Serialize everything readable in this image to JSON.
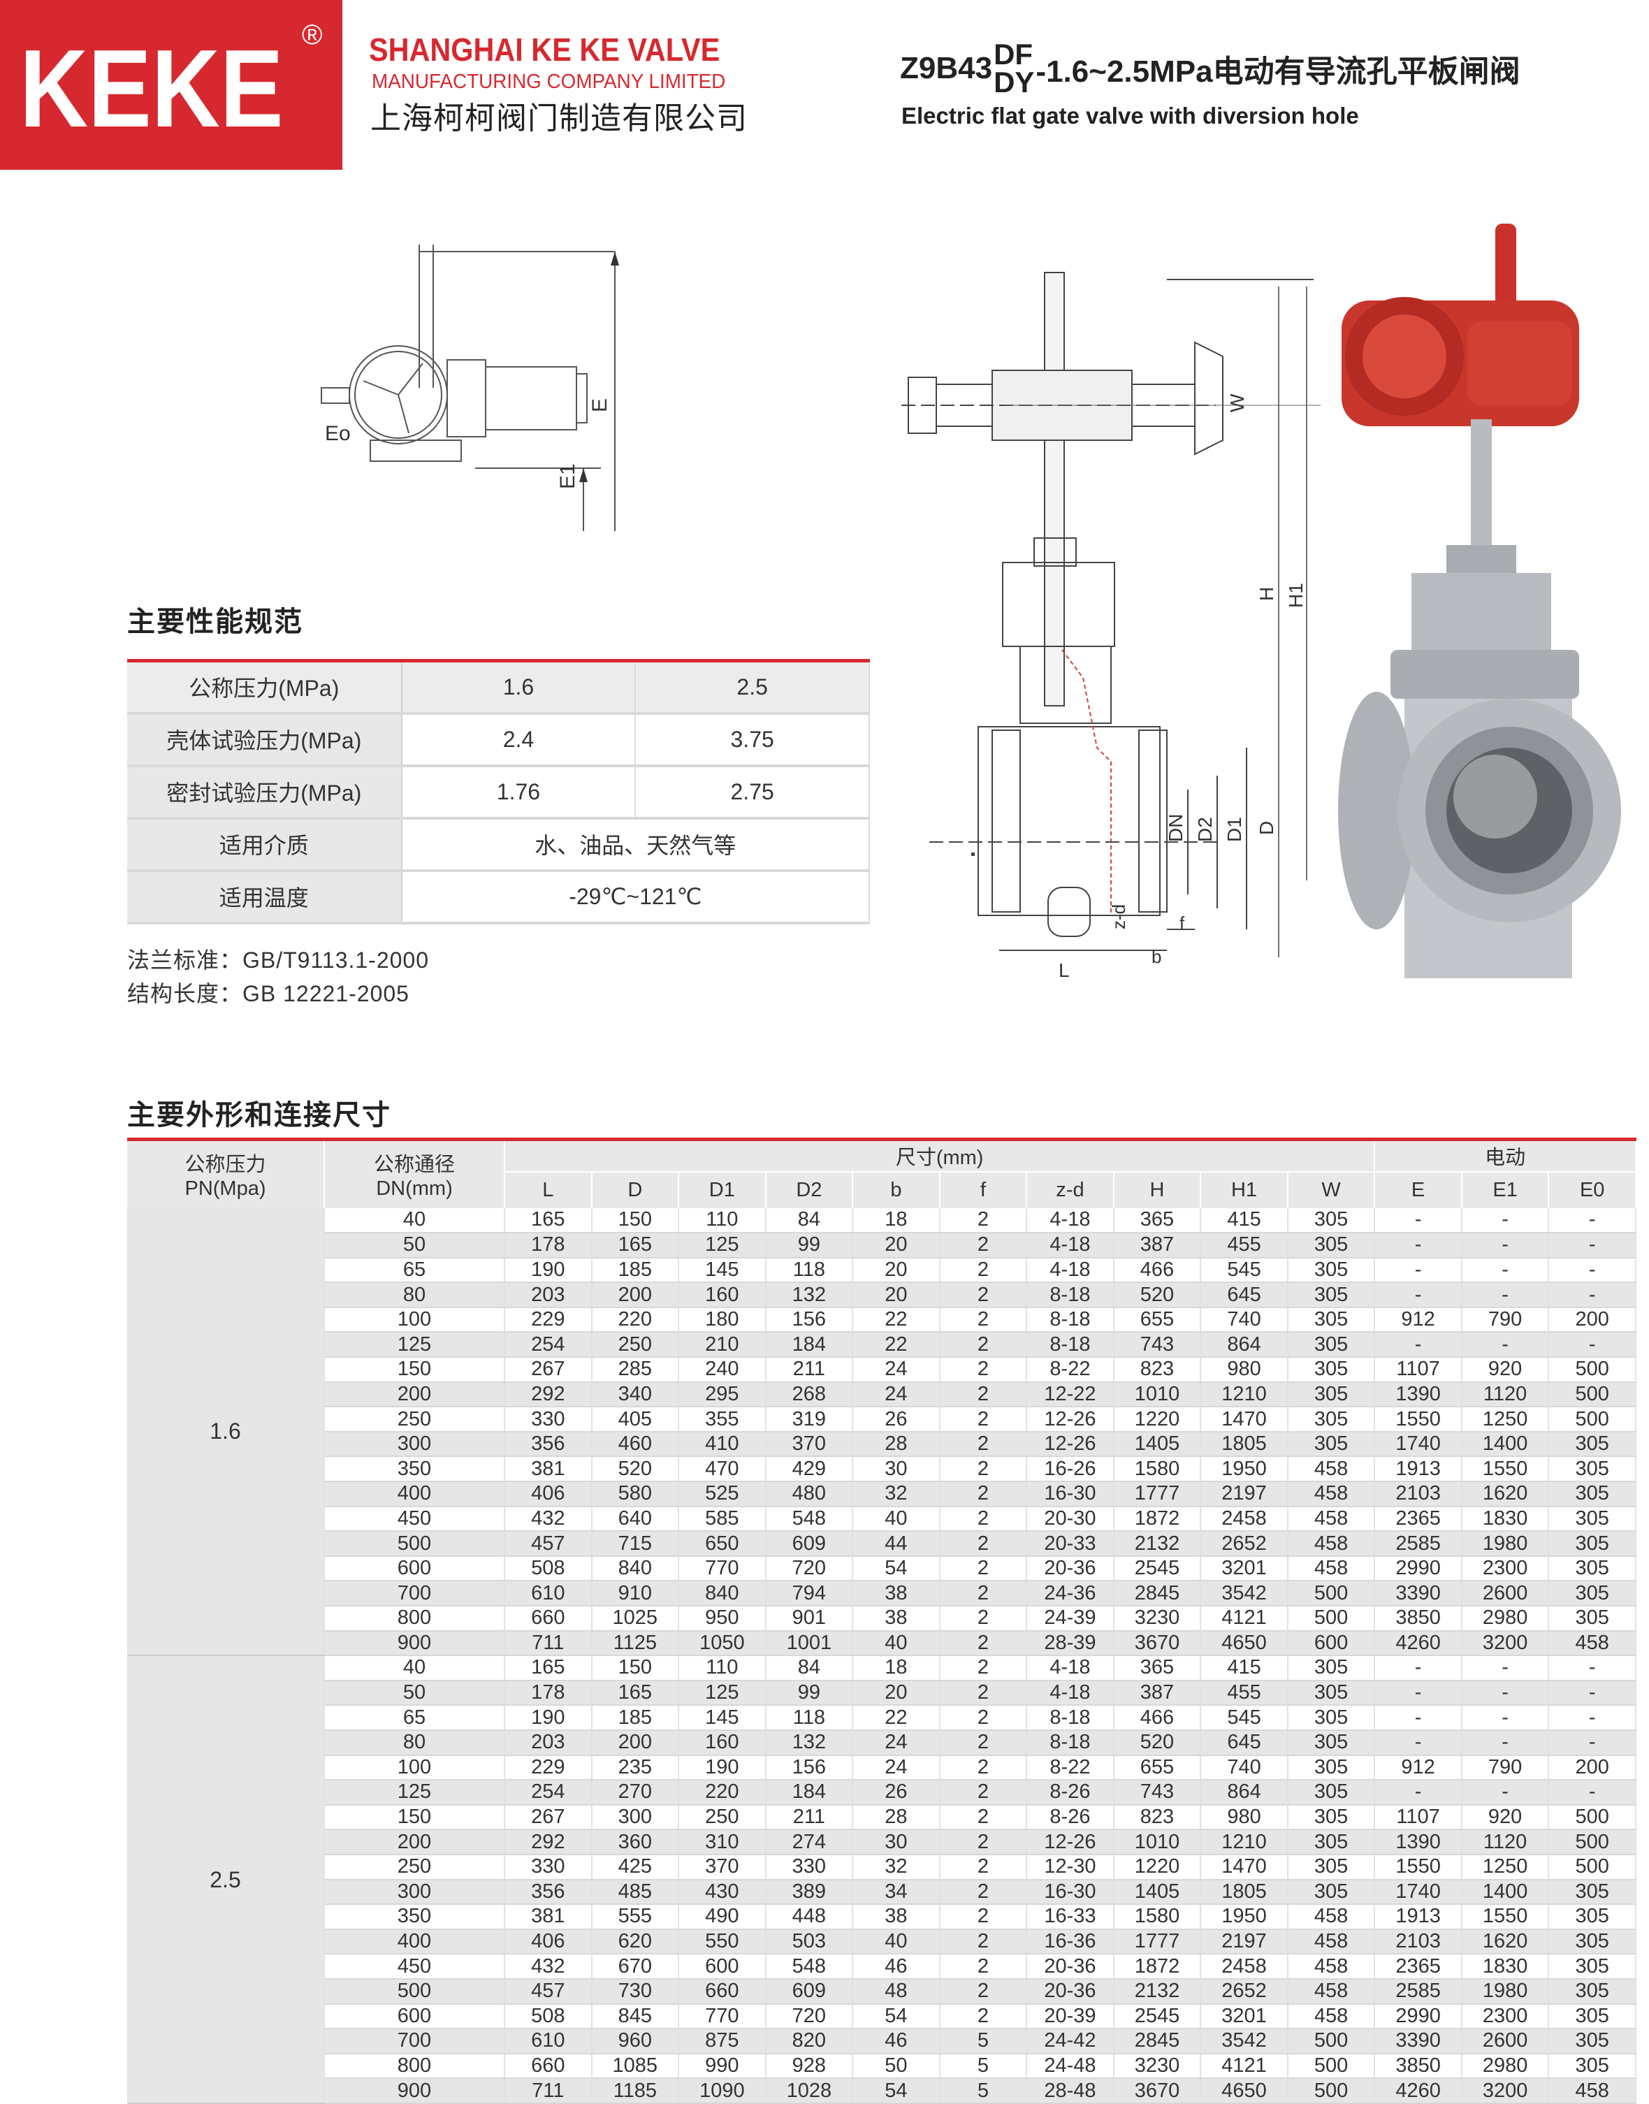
{
  "header": {
    "logo": "KEKE",
    "registered": "®",
    "company_en_1": "SHANGHAI KE KE VALVE",
    "company_en_2": "MANUFACTURING COMPANY LIMITED",
    "company_cn": "上海柯柯阀门制造有限公司",
    "title_prefix": "Z9B43",
    "title_sup": "DF",
    "title_sub": "DY",
    "title_suffix": "-1.6~2.5MPa电动有导流孔平板闸阀",
    "subtitle": "Electric flat gate valve with diversion hole"
  },
  "drawing_labels": {
    "eo": "Eo",
    "e1": "E1",
    "e": "E",
    "w": "W",
    "h": "H",
    "h1": "H1",
    "dn": "DN",
    "d2": "D2",
    "d1": "D1",
    "d": "D",
    "zd": "z-d",
    "f": "f",
    "b": "b",
    "l": "L"
  },
  "colors": {
    "brand_red": "#d7282f",
    "header_gray": "#e8e8e8"
  },
  "spec": {
    "heading": "主要性能规范",
    "rows": [
      {
        "label": "公称压力(MPa)",
        "v1": "1.6",
        "v2": "2.5"
      },
      {
        "label": "壳体试验压力(MPa)",
        "v1": "2.4",
        "v2": "3.75"
      },
      {
        "label": "密封试验压力(MPa)",
        "v1": "1.76",
        "v2": "2.75"
      },
      {
        "label": "适用介质",
        "v": "水、油品、天然气等"
      },
      {
        "label": "适用温度",
        "v": "-29℃~121℃"
      }
    ],
    "note1": "法兰标准：GB/T9113.1-2000",
    "note2": "结构长度：GB 12221-2005"
  },
  "dims": {
    "heading": "主要外形和连接尺寸",
    "col_pn": "公称压力\nPN(Mpa)",
    "col_pn_1": "公称压力",
    "col_pn_2": "PN(Mpa)",
    "col_dn_1": "公称通径",
    "col_dn_2": "DN(mm)",
    "group_size": "尺寸(mm)",
    "group_electric": "电动",
    "sub_headers": [
      "L",
      "D",
      "D1",
      "D2",
      "b",
      "f",
      "z-d",
      "H",
      "H1",
      "W",
      "E",
      "E1",
      "E0"
    ],
    "groups": [
      {
        "pn": "1.6",
        "rows": [
          [
            "40",
            "165",
            "150",
            "110",
            "84",
            "18",
            "2",
            "4-18",
            "365",
            "415",
            "305",
            "-",
            "-",
            "-"
          ],
          [
            "50",
            "178",
            "165",
            "125",
            "99",
            "20",
            "2",
            "4-18",
            "387",
            "455",
            "305",
            "-",
            "-",
            "-"
          ],
          [
            "65",
            "190",
            "185",
            "145",
            "118",
            "20",
            "2",
            "4-18",
            "466",
            "545",
            "305",
            "-",
            "-",
            "-"
          ],
          [
            "80",
            "203",
            "200",
            "160",
            "132",
            "20",
            "2",
            "8-18",
            "520",
            "645",
            "305",
            "-",
            "-",
            "-"
          ],
          [
            "100",
            "229",
            "220",
            "180",
            "156",
            "22",
            "2",
            "8-18",
            "655",
            "740",
            "305",
            "912",
            "790",
            "200"
          ],
          [
            "125",
            "254",
            "250",
            "210",
            "184",
            "22",
            "2",
            "8-18",
            "743",
            "864",
            "305",
            "-",
            "-",
            "-"
          ],
          [
            "150",
            "267",
            "285",
            "240",
            "211",
            "24",
            "2",
            "8-22",
            "823",
            "980",
            "305",
            "1107",
            "920",
            "500"
          ],
          [
            "200",
            "292",
            "340",
            "295",
            "268",
            "24",
            "2",
            "12-22",
            "1010",
            "1210",
            "305",
            "1390",
            "1120",
            "500"
          ],
          [
            "250",
            "330",
            "405",
            "355",
            "319",
            "26",
            "2",
            "12-26",
            "1220",
            "1470",
            "305",
            "1550",
            "1250",
            "500"
          ],
          [
            "300",
            "356",
            "460",
            "410",
            "370",
            "28",
            "2",
            "12-26",
            "1405",
            "1805",
            "305",
            "1740",
            "1400",
            "305"
          ],
          [
            "350",
            "381",
            "520",
            "470",
            "429",
            "30",
            "2",
            "16-26",
            "1580",
            "1950",
            "458",
            "1913",
            "1550",
            "305"
          ],
          [
            "400",
            "406",
            "580",
            "525",
            "480",
            "32",
            "2",
            "16-30",
            "1777",
            "2197",
            "458",
            "2103",
            "1620",
            "305"
          ],
          [
            "450",
            "432",
            "640",
            "585",
            "548",
            "40",
            "2",
            "20-30",
            "1872",
            "2458",
            "458",
            "2365",
            "1830",
            "305"
          ],
          [
            "500",
            "457",
            "715",
            "650",
            "609",
            "44",
            "2",
            "20-33",
            "2132",
            "2652",
            "458",
            "2585",
            "1980",
            "305"
          ],
          [
            "600",
            "508",
            "840",
            "770",
            "720",
            "54",
            "2",
            "20-36",
            "2545",
            "3201",
            "458",
            "2990",
            "2300",
            "305"
          ],
          [
            "700",
            "610",
            "910",
            "840",
            "794",
            "38",
            "2",
            "24-36",
            "2845",
            "3542",
            "500",
            "3390",
            "2600",
            "305"
          ],
          [
            "800",
            "660",
            "1025",
            "950",
            "901",
            "38",
            "2",
            "24-39",
            "3230",
            "4121",
            "500",
            "3850",
            "2980",
            "305"
          ],
          [
            "900",
            "711",
            "1125",
            "1050",
            "1001",
            "40",
            "2",
            "28-39",
            "3670",
            "4650",
            "600",
            "4260",
            "3200",
            "458"
          ]
        ]
      },
      {
        "pn": "2.5",
        "rows": [
          [
            "40",
            "165",
            "150",
            "110",
            "84",
            "18",
            "2",
            "4-18",
            "365",
            "415",
            "305",
            "-",
            "-",
            "-"
          ],
          [
            "50",
            "178",
            "165",
            "125",
            "99",
            "20",
            "2",
            "4-18",
            "387",
            "455",
            "305",
            "-",
            "-",
            "-"
          ],
          [
            "65",
            "190",
            "185",
            "145",
            "118",
            "22",
            "2",
            "8-18",
            "466",
            "545",
            "305",
            "-",
            "-",
            "-"
          ],
          [
            "80",
            "203",
            "200",
            "160",
            "132",
            "24",
            "2",
            "8-18",
            "520",
            "645",
            "305",
            "-",
            "-",
            "-"
          ],
          [
            "100",
            "229",
            "235",
            "190",
            "156",
            "24",
            "2",
            "8-22",
            "655",
            "740",
            "305",
            "912",
            "790",
            "200"
          ],
          [
            "125",
            "254",
            "270",
            "220",
            "184",
            "26",
            "2",
            "8-26",
            "743",
            "864",
            "305",
            "-",
            "-",
            "-"
          ],
          [
            "150",
            "267",
            "300",
            "250",
            "211",
            "28",
            "2",
            "8-26",
            "823",
            "980",
            "305",
            "1107",
            "920",
            "500"
          ],
          [
            "200",
            "292",
            "360",
            "310",
            "274",
            "30",
            "2",
            "12-26",
            "1010",
            "1210",
            "305",
            "1390",
            "1120",
            "500"
          ],
          [
            "250",
            "330",
            "425",
            "370",
            "330",
            "32",
            "2",
            "12-30",
            "1220",
            "1470",
            "305",
            "1550",
            "1250",
            "500"
          ],
          [
            "300",
            "356",
            "485",
            "430",
            "389",
            "34",
            "2",
            "16-30",
            "1405",
            "1805",
            "305",
            "1740",
            "1400",
            "305"
          ],
          [
            "350",
            "381",
            "555",
            "490",
            "448",
            "38",
            "2",
            "16-33",
            "1580",
            "1950",
            "458",
            "1913",
            "1550",
            "305"
          ],
          [
            "400",
            "406",
            "620",
            "550",
            "503",
            "40",
            "2",
            "16-36",
            "1777",
            "2197",
            "458",
            "2103",
            "1620",
            "305"
          ],
          [
            "450",
            "432",
            "670",
            "600",
            "548",
            "46",
            "2",
            "20-36",
            "1872",
            "2458",
            "458",
            "2365",
            "1830",
            "305"
          ],
          [
            "500",
            "457",
            "730",
            "660",
            "609",
            "48",
            "2",
            "20-36",
            "2132",
            "2652",
            "458",
            "2585",
            "1980",
            "305"
          ],
          [
            "600",
            "508",
            "845",
            "770",
            "720",
            "54",
            "2",
            "20-39",
            "2545",
            "3201",
            "458",
            "2990",
            "2300",
            "305"
          ],
          [
            "700",
            "610",
            "960",
            "875",
            "820",
            "46",
            "5",
            "24-42",
            "2845",
            "3542",
            "500",
            "3390",
            "2600",
            "305"
          ],
          [
            "800",
            "660",
            "1085",
            "990",
            "928",
            "50",
            "5",
            "24-48",
            "3230",
            "4121",
            "500",
            "3850",
            "2980",
            "305"
          ],
          [
            "900",
            "711",
            "1185",
            "1090",
            "1028",
            "54",
            "5",
            "28-48",
            "3670",
            "4650",
            "500",
            "4260",
            "3200",
            "458"
          ]
        ]
      }
    ]
  }
}
